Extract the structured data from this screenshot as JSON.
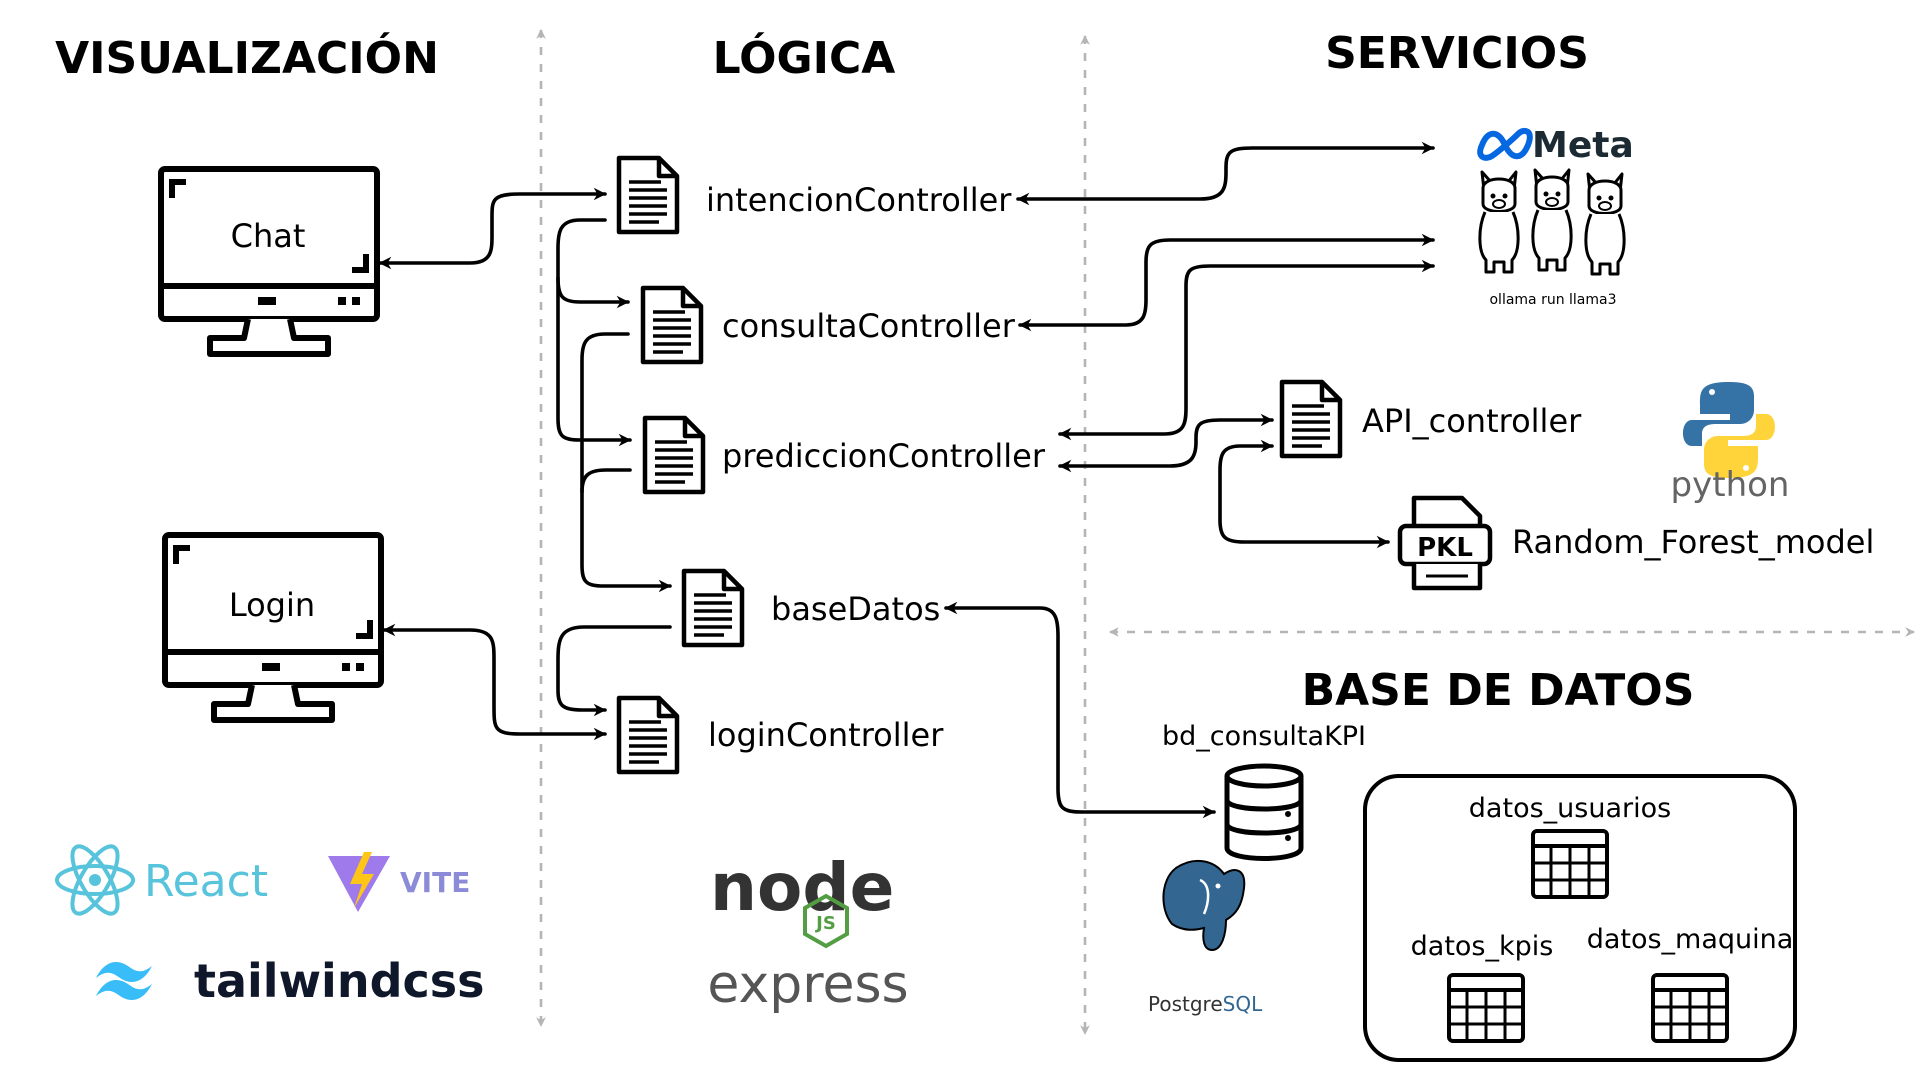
{
  "sections": {
    "visualizacion": "VISUALIZACIÓN",
    "logica": "LÓGICA",
    "servicios": "SERVICIOS",
    "base_datos": "BASE DE DATOS"
  },
  "screens": {
    "chat": "Chat",
    "login": "Login"
  },
  "controllers": {
    "intencion": "intencionController",
    "consulta": "consultaController",
    "prediccion": "prediccionController",
    "base_datos": "baseDatos",
    "login": "loginController"
  },
  "services": {
    "meta": "Meta",
    "ollama": "ollama run llama3",
    "api": "API_controller",
    "python": "python",
    "pkl": "PKL",
    "model": "Random_Forest_model"
  },
  "database": {
    "db_name": "bd_consultaKPI",
    "postgres": {
      "prefix": "Postgre",
      "suffix": "SQL"
    },
    "tables": {
      "usuarios": "datos_usuarios",
      "kpis": "datos_kpis",
      "maquina": "datos_maquina"
    }
  },
  "tech": {
    "react": "React",
    "vite": "VITE",
    "tailwind": "tailwindcss",
    "node": "node",
    "js": "JS",
    "express": "express"
  },
  "colors": {
    "react": "#58c4dc",
    "meta": "#0668e1",
    "python_blue": "#3572a5",
    "python_yellow": "#ffd43b",
    "vite_purple": "#9f7aea",
    "vite_yellow": "#ffc517",
    "tailwind": "#38bdf8",
    "node_green": "#539e43",
    "postgres": "#336791",
    "divider": "#b5b5b5"
  }
}
